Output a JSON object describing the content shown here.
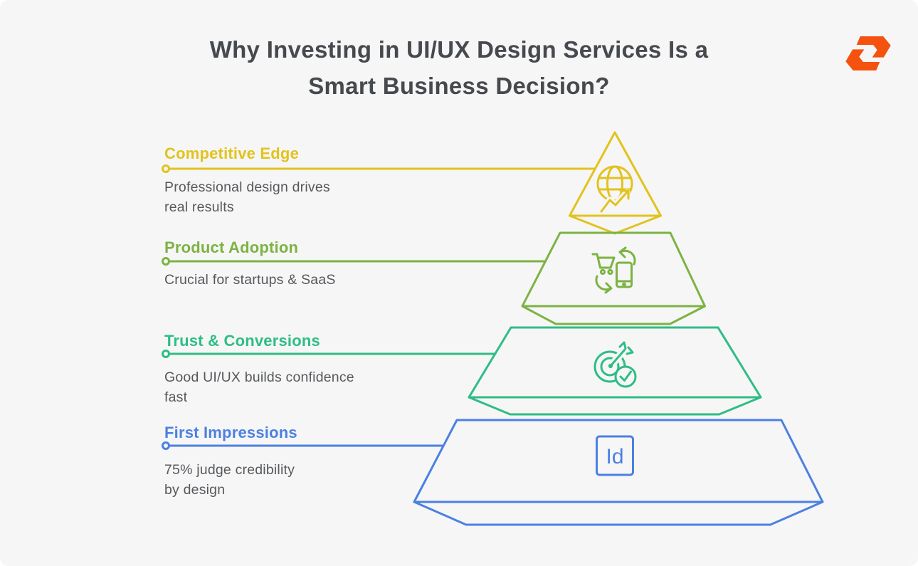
{
  "card": {
    "background": "#F6F6F7"
  },
  "title": {
    "line1": "Why Investing in UI/UX Design Services Is a",
    "line2": "Smart Business Decision?",
    "color": "#46494D"
  },
  "logo": {
    "name": "brand-logo",
    "color": "#F4520E"
  },
  "pyramid": {
    "type": "pyramid-4-levels",
    "levels": [
      {
        "heading": "Competitive Edge",
        "desc1": "Professional design drives",
        "desc2": "real results",
        "color": "#E2C31B",
        "icon": "globe-growth-icon"
      },
      {
        "heading": "Product Adoption",
        "desc1": "Crucial for startups & SaaS",
        "desc2": "",
        "color": "#7CB342",
        "icon": "cart-to-mobile-icon"
      },
      {
        "heading": "Trust & Conversions",
        "desc1": "Good UI/UX builds confidence",
        "desc2": "fast",
        "color": "#2EBD85",
        "icon": "target-check-icon"
      },
      {
        "heading": "First Impressions",
        "desc1": "75% judge credibility",
        "desc2": "by design",
        "color": "#4C80E1",
        "icon": "indesign-icon",
        "icon_text": "Id"
      }
    ]
  },
  "body_text_color": "#56595C"
}
